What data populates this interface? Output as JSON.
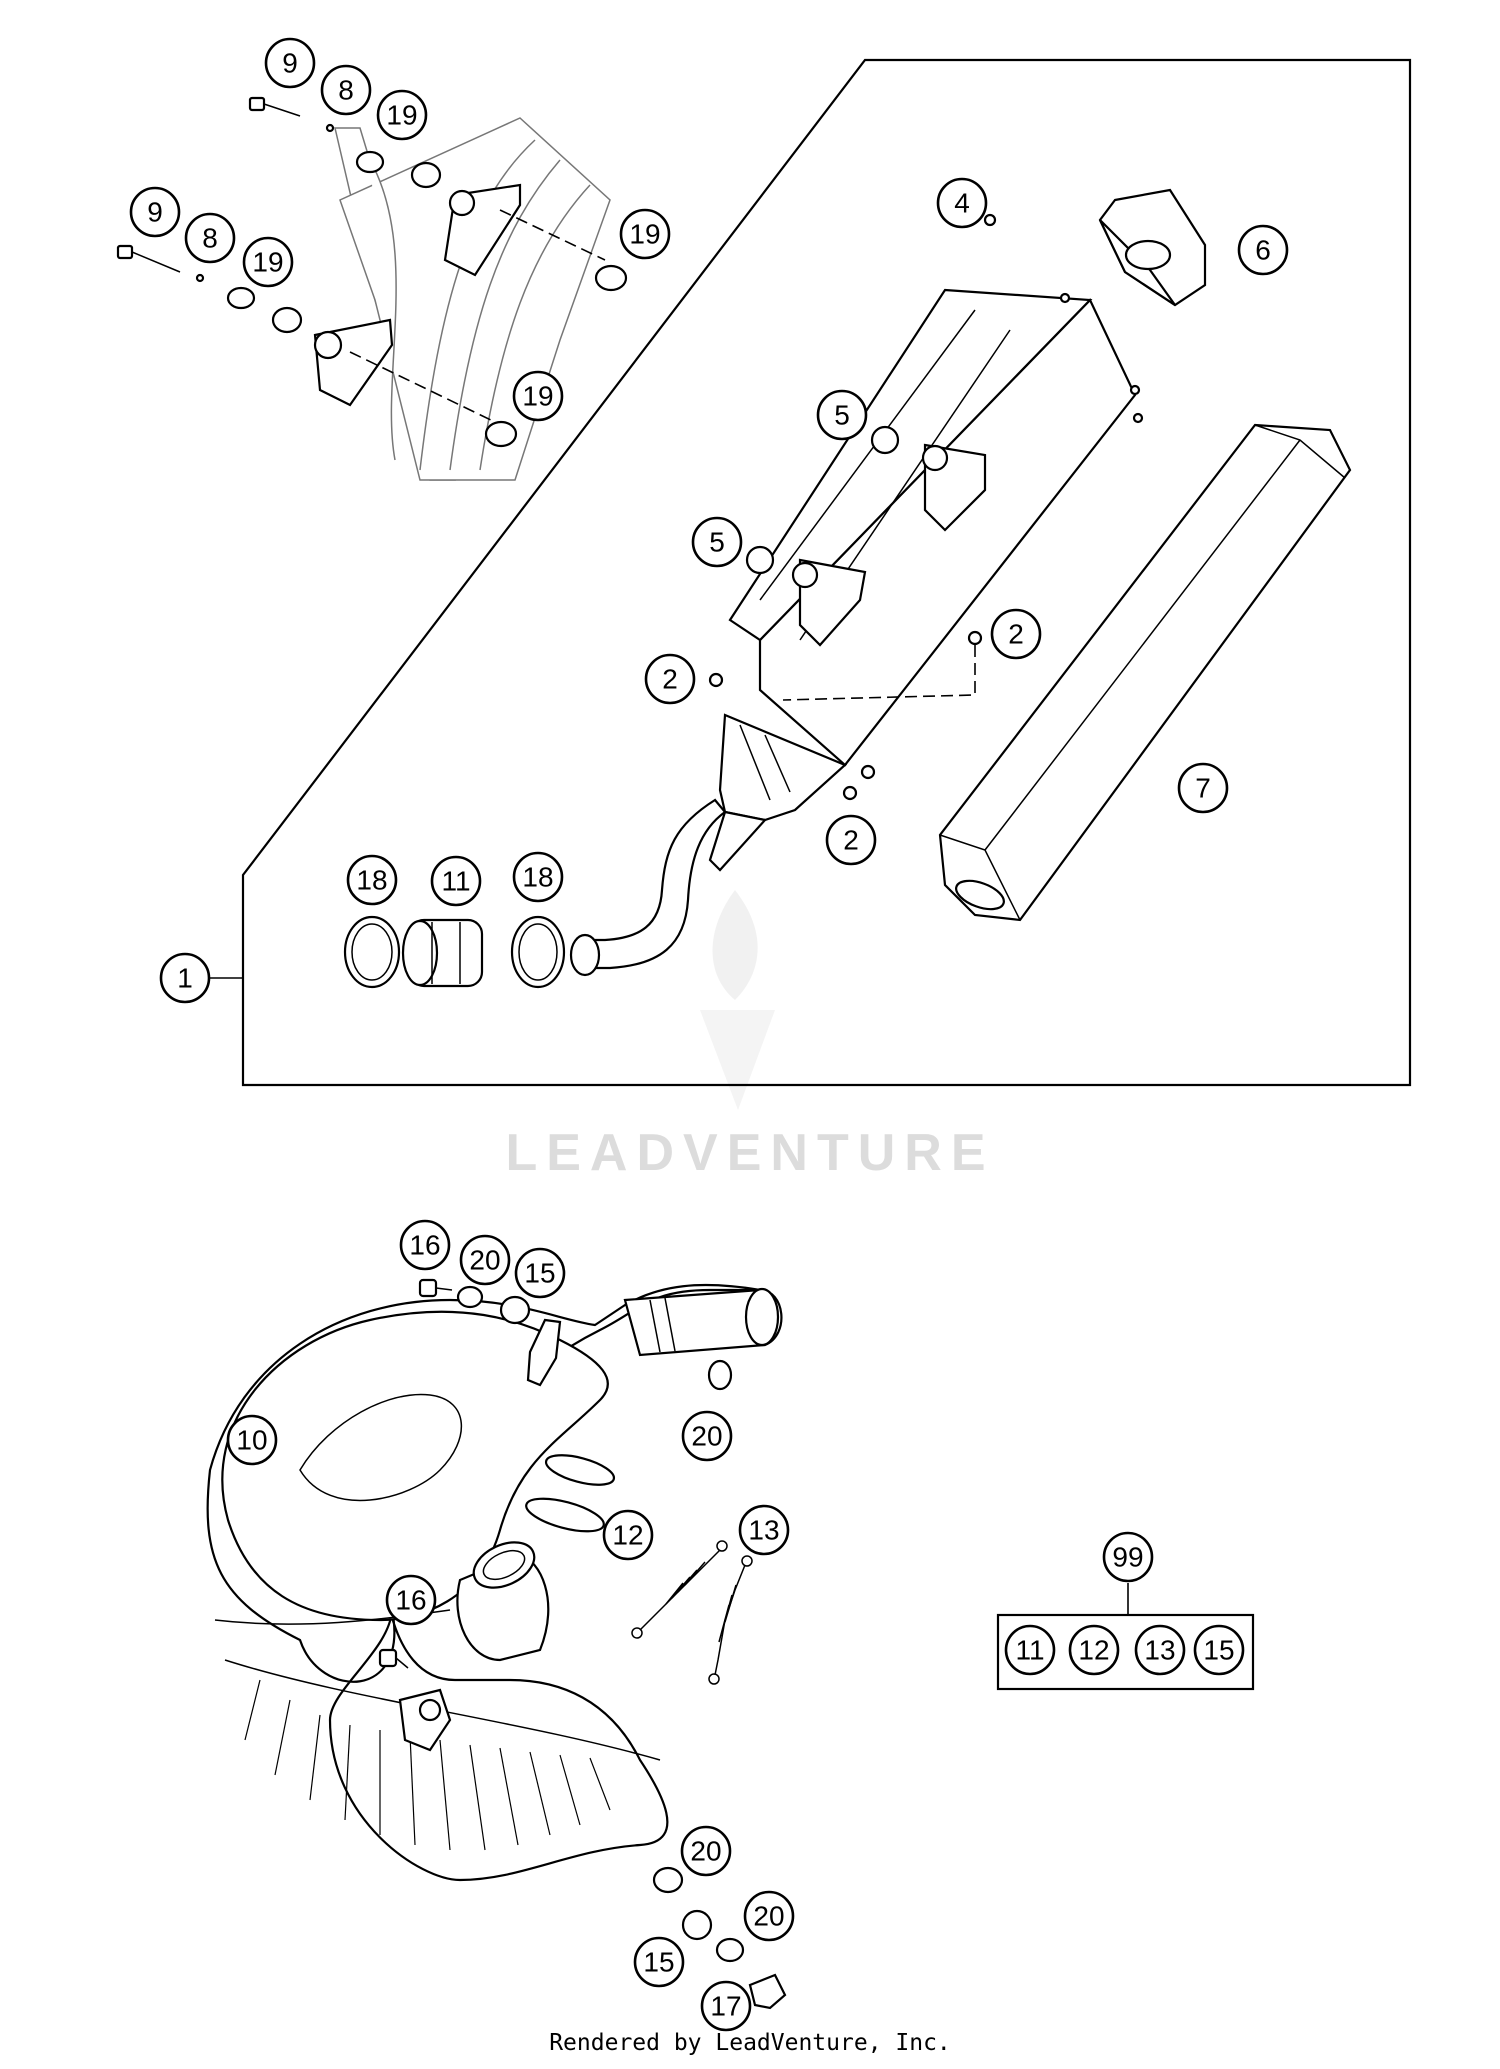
{
  "callouts": {
    "c1": "1",
    "c2a": "2",
    "c2b": "2",
    "c2c": "2",
    "c4": "4",
    "c5a": "5",
    "c5b": "5",
    "c6": "6",
    "c7": "7",
    "c8a": "8",
    "c8b": "8",
    "c9a": "9",
    "c9b": "9",
    "c10": "10",
    "c11a": "11",
    "c11b": "11",
    "c12a": "12",
    "c12b": "12",
    "c13a": "13",
    "c13b": "13",
    "c15a": "15",
    "c15b": "15",
    "c15c": "15",
    "c16a": "16",
    "c16b": "16",
    "c17": "17",
    "c18a": "18",
    "c18b": "18",
    "c19a": "19",
    "c19b": "19",
    "c19c": "19",
    "c19d": "19",
    "c20a": "20",
    "c20b": "20",
    "c20c": "20",
    "c20d": "20",
    "c99": "99"
  },
  "watermark": {
    "text": "LEADVENTURE"
  },
  "footer": {
    "text": "Rendered by LeadVenture, Inc."
  }
}
